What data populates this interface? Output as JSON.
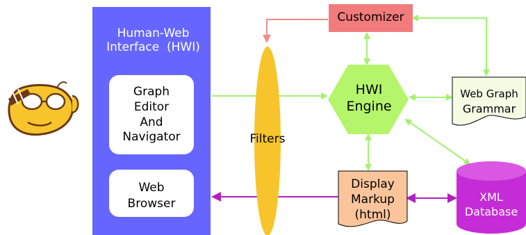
{
  "colors": {
    "panel": "#6666ff",
    "filter": "#f7c52b",
    "engine": "#b5f56b",
    "customizer": "#f27b7b",
    "grammar": "#f4fde4",
    "markup": "#fbc49b",
    "database": "#c52bd6",
    "arrow_green": "#a3f072",
    "arrow_red": "#f28a8a",
    "arrow_purple": "#b21fbf"
  },
  "hwi_panel": {
    "title_line1": "Human-Web",
    "title_line2": "Interface  (HWI)"
  },
  "graph_editor": {
    "line1": "Graph",
    "line2": "Editor",
    "line3": "And",
    "line4": "Navigator"
  },
  "web_browser": {
    "line1": "Web",
    "line2": "Browser"
  },
  "filters": {
    "label": "Filters"
  },
  "customizer": {
    "label": "Customizer"
  },
  "hwi_engine": {
    "line1": "HWI",
    "line2": "Engine"
  },
  "web_graph_grammar": {
    "line1": "Web Graph",
    "line2": "Grammar"
  },
  "display_markup": {
    "line1": "Display",
    "line2": "Markup",
    "line3": "(html)"
  },
  "xml_database": {
    "line1": "XML",
    "line2": "Database"
  },
  "user": {
    "icon": "user-face-icon"
  }
}
